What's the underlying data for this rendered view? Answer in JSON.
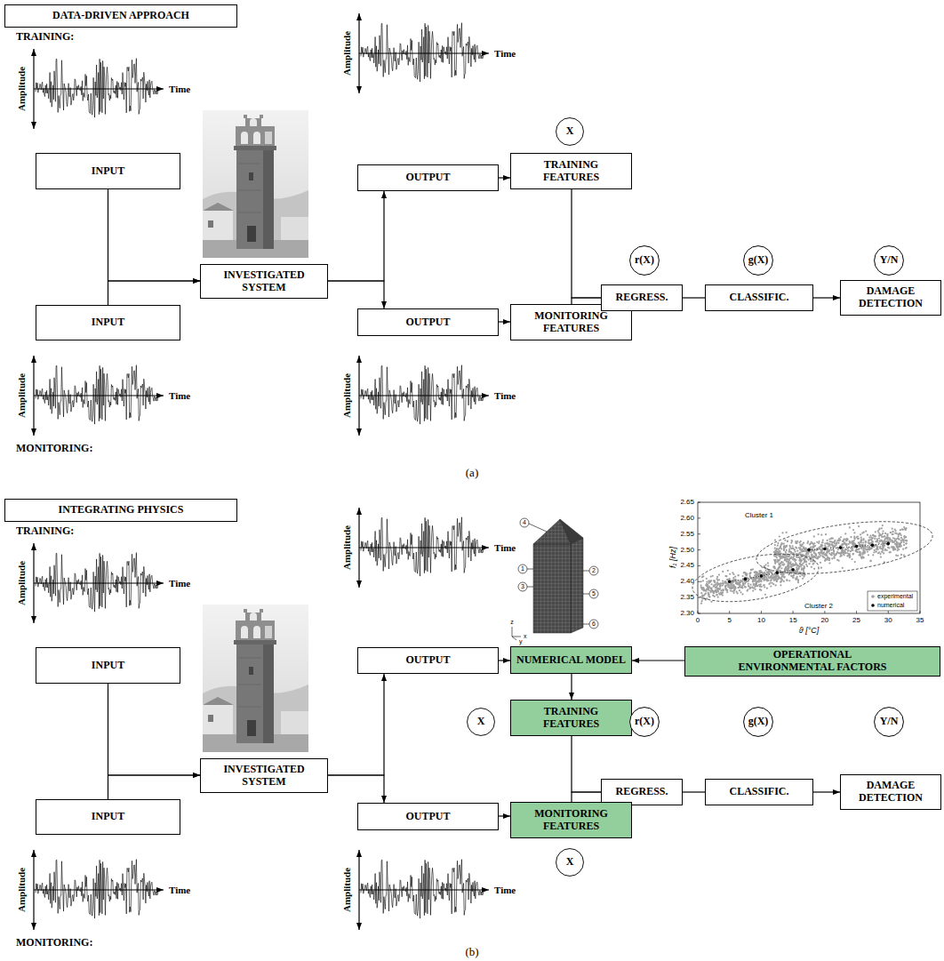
{
  "diagram": {
    "nodes": [
      {
        "text": [
          "DATA-DRIVEN APPROACH"
        ]
      },
      {
        "text": [
          "INPUT"
        ]
      },
      {
        "text": [
          "INVESTIGATED SYSTEM"
        ]
      },
      {
        "text": [
          "INPUT"
        ]
      },
      {
        "text": [
          "X"
        ]
      },
      {
        "text": [
          "OUTPUT"
        ]
      },
      {
        "text": [
          "TRAINING FEATURES"
        ]
      },
      {
        "text": [
          "OUTPUT"
        ]
      },
      {
        "text": [
          "MONITORING FEATURES"
        ]
      },
      {
        "text": [
          "r(X)"
        ]
      },
      {
        "text": [
          "REGRESS."
        ]
      },
      {
        "text": [
          "g(X)"
        ]
      },
      {
        "text": [
          "CLASSIFIC."
        ]
      },
      {
        "text": [
          "Y/N"
        ]
      },
      {
        "text": [
          "DAMAGE DETECTION"
        ]
      },
      {
        "text": [
          "INTEGRATING PHYSICS"
        ]
      },
      {
        "text": [
          "INPUT"
        ]
      },
      {
        "text": [
          "INVESTIGATED SYSTEM"
        ]
      },
      {
        "text": [
          "INPUT"
        ]
      },
      {
        "text": [
          "OUTPUT"
        ]
      },
      {
        "text": [
          "NUMERICAL MODEL"
        ]
      },
      {
        "text": [
          "OPERATIONAL ENVIRONMENTAL FACTORS"
        ]
      },
      {
        "text": [
          "X"
        ]
      },
      {
        "text": [
          "TRAINING FEATURES"
        ]
      },
      {
        "text": [
          "r(X)"
        ]
      },
      {
        "text": [
          "REGRESS."
        ]
      },
      {
        "text": [
          "g(X)"
        ]
      },
      {
        "text": [
          "CLASSIFIC."
        ]
      },
      {
        "text": [
          "Y/N"
        ]
      },
      {
        "text": [
          "DAMAGE DETECTION"
        ]
      },
      {
        "text": [
          "OUTPUT"
        ]
      },
      {
        "text": [
          "MONITORING FEATURES"
        ]
      },
      {
        "text": [
          "X"
        ]
      }
    ],
    "edges": [
      {
        "from": 1,
        "to": 2,
        "arrow": "to"
      },
      {
        "from": 3,
        "to": 2,
        "arrow": "to"
      },
      {
        "from": 2,
        "to": 5,
        "arrow": "to"
      },
      {
        "from": 2,
        "to": 7,
        "arrow": "to"
      },
      {
        "from": 5,
        "to": 6,
        "arrow": "to"
      },
      {
        "from": 7,
        "to": 8,
        "arrow": "to"
      },
      {
        "from": 6,
        "to": 10,
        "arrow": "none"
      },
      {
        "from": 8,
        "to": 10,
        "arrow": "none"
      },
      {
        "from": 10,
        "to": 12,
        "arrow": "none"
      },
      {
        "from": 12,
        "to": 14,
        "arrow": "to"
      },
      {
        "from": 16,
        "to": 17,
        "arrow": "to"
      },
      {
        "from": 18,
        "to": 17,
        "arrow": "to"
      },
      {
        "from": 17,
        "to": 19,
        "arrow": "to"
      },
      {
        "from": 17,
        "to": 30,
        "arrow": "to"
      },
      {
        "from": 19,
        "to": 20,
        "arrow": "to"
      },
      {
        "from": 21,
        "to": 20,
        "arrow": "to"
      },
      {
        "from": 20,
        "to": 23,
        "arrow": "to"
      },
      {
        "from": 30,
        "to": 31,
        "arrow": "to"
      },
      {
        "from": 23,
        "to": 25,
        "arrow": "none"
      },
      {
        "from": 31,
        "to": 25,
        "arrow": "none"
      },
      {
        "from": 25,
        "to": 27,
        "arrow": "none"
      },
      {
        "from": 27,
        "to": 29,
        "arrow": "to"
      }
    ],
    "labels": [
      "TRAINING:",
      "Amplitude",
      "Time",
      "Amplitude",
      "Time",
      "MONITORING:",
      "Amplitude",
      "Time",
      "Amplitude",
      "Time",
      "(a)",
      "TRAINING:",
      "Amplitude",
      "Time",
      "Amplitude",
      "Time",
      "MONITORING:",
      "Amplitude",
      "Time",
      "Amplitude",
      "Time",
      "(b)",
      "4",
      "1",
      "2",
      "3",
      "5",
      "6",
      "x",
      "y",
      "z",
      "2.65",
      "2.60",
      "2.55",
      "2.50",
      "2.45",
      "2.40",
      "2.35",
      "2.30",
      "0",
      "5",
      "10",
      "15",
      "20",
      "25",
      "30",
      "35",
      "f₁ [Hz]",
      "ϑ [°C]",
      "Cluster 1",
      "Cluster 2"
    ],
    "legend": [
      {
        "text": "experimental"
      },
      {
        "text": "numerical"
      }
    ]
  }
}
